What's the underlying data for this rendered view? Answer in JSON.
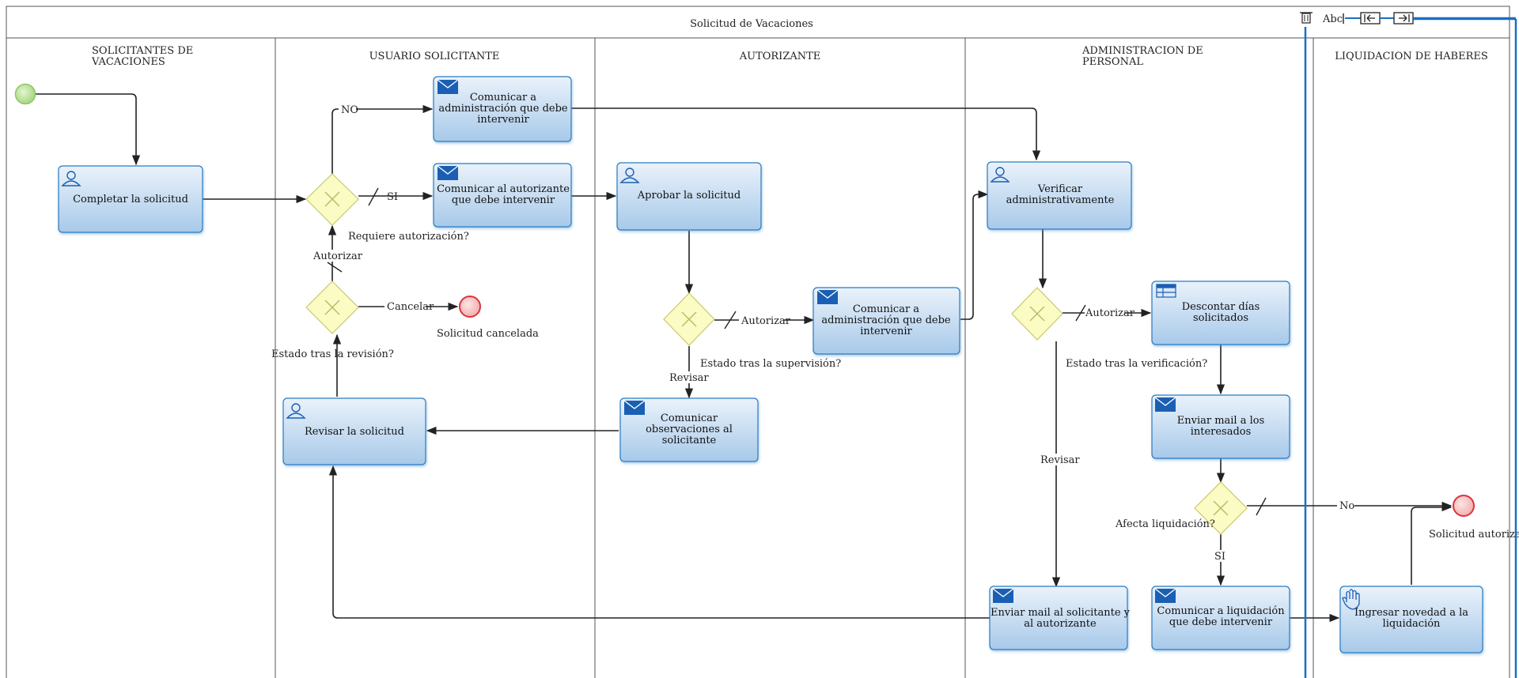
{
  "pool": {
    "title": "Solicitud de Vacaciones"
  },
  "lanes": [
    {
      "id": "solicitantes",
      "title_line1": "SOLICITANTES DE",
      "title_line2": "VACACIONES"
    },
    {
      "id": "usuario",
      "title_line1": "USUARIO SOLICITANTE",
      "title_line2": ""
    },
    {
      "id": "autorizante",
      "title_line1": "AUTORIZANTE",
      "title_line2": ""
    },
    {
      "id": "administracion",
      "title_line1": "ADMINISTRACION DE",
      "title_line2": "PERSONAL"
    },
    {
      "id": "liquidacion",
      "title_line1": "LIQUIDACION DE HABERES",
      "title_line2": ""
    }
  ],
  "tasks": {
    "completar": {
      "type": "user",
      "lines": [
        "Completar la solicitud"
      ]
    },
    "comunicar_admin_1": {
      "type": "send",
      "lines": [
        "Comunicar a",
        "administración que debe",
        "intervenir"
      ]
    },
    "comunicar_autorizante": {
      "type": "send",
      "lines": [
        "Comunicar al autorizante",
        "que debe intervenir"
      ]
    },
    "revisar": {
      "type": "user",
      "lines": [
        "Revisar la solicitud"
      ]
    },
    "aprobar": {
      "type": "user",
      "lines": [
        "Aprobar la solicitud"
      ]
    },
    "comunicar_admin_2": {
      "type": "send",
      "lines": [
        "Comunicar a",
        "administración que debe",
        "intervenir"
      ]
    },
    "comunicar_observaciones": {
      "type": "send",
      "lines": [
        "Comunicar",
        "observaciones al",
        "solicitante"
      ]
    },
    "verificar": {
      "type": "user",
      "lines": [
        "Verificar",
        "administrativamente"
      ]
    },
    "descontar": {
      "type": "business-rule",
      "lines": [
        "Descontar días",
        "solicitados"
      ]
    },
    "enviar_mail_interesados": {
      "type": "send",
      "lines": [
        "Enviar mail a los",
        "interesados"
      ]
    },
    "enviar_mail_solicitante": {
      "type": "send",
      "lines": [
        "Enviar mail al solicitante y",
        "al autorizante"
      ]
    },
    "comunicar_liquidacion": {
      "type": "send",
      "lines": [
        "Comunicar a liquidación",
        "que debe intervenir"
      ]
    },
    "ingresar_novedad": {
      "type": "manual",
      "lines": [
        "Ingresar novedad a la",
        "liquidación"
      ]
    }
  },
  "gateways": {
    "requiere": "Requiere autorización?",
    "estado_revision": "Estado tras la revisión?",
    "estado_supervision": "Estado tras la supervisión?",
    "estado_verificacion": "Estado tras la verificación?",
    "afecta": "Afecta liquidación?"
  },
  "events": {
    "cancelada": "Solicitud cancelada",
    "autorizada": "Solicitud autorizada"
  },
  "flow_labels": {
    "no_upper": "NO",
    "si": "SI",
    "autorizar_1": "Autorizar",
    "cancelar": "Cancelar",
    "autorizar_2": "Autorizar",
    "revisar_1": "Revisar",
    "autorizar_3": "Autorizar",
    "revisar_2": "Revisar",
    "no_lower": "No",
    "si_lower": "SI"
  },
  "toolbar": {
    "text_tool_label": "Abc"
  },
  "colors": {
    "task_top": "#e8f1fa",
    "task_bottom": "#a9cbea",
    "task_border": "#2a7bc2",
    "icon_blue": "#1a5fb4",
    "gateway_fill": "#fbfbc4",
    "start_fill": "#b5e08d",
    "end_fill": "#f7c7c7",
    "end_stroke": "#d9363e",
    "selection": "#1a6fc4"
  }
}
